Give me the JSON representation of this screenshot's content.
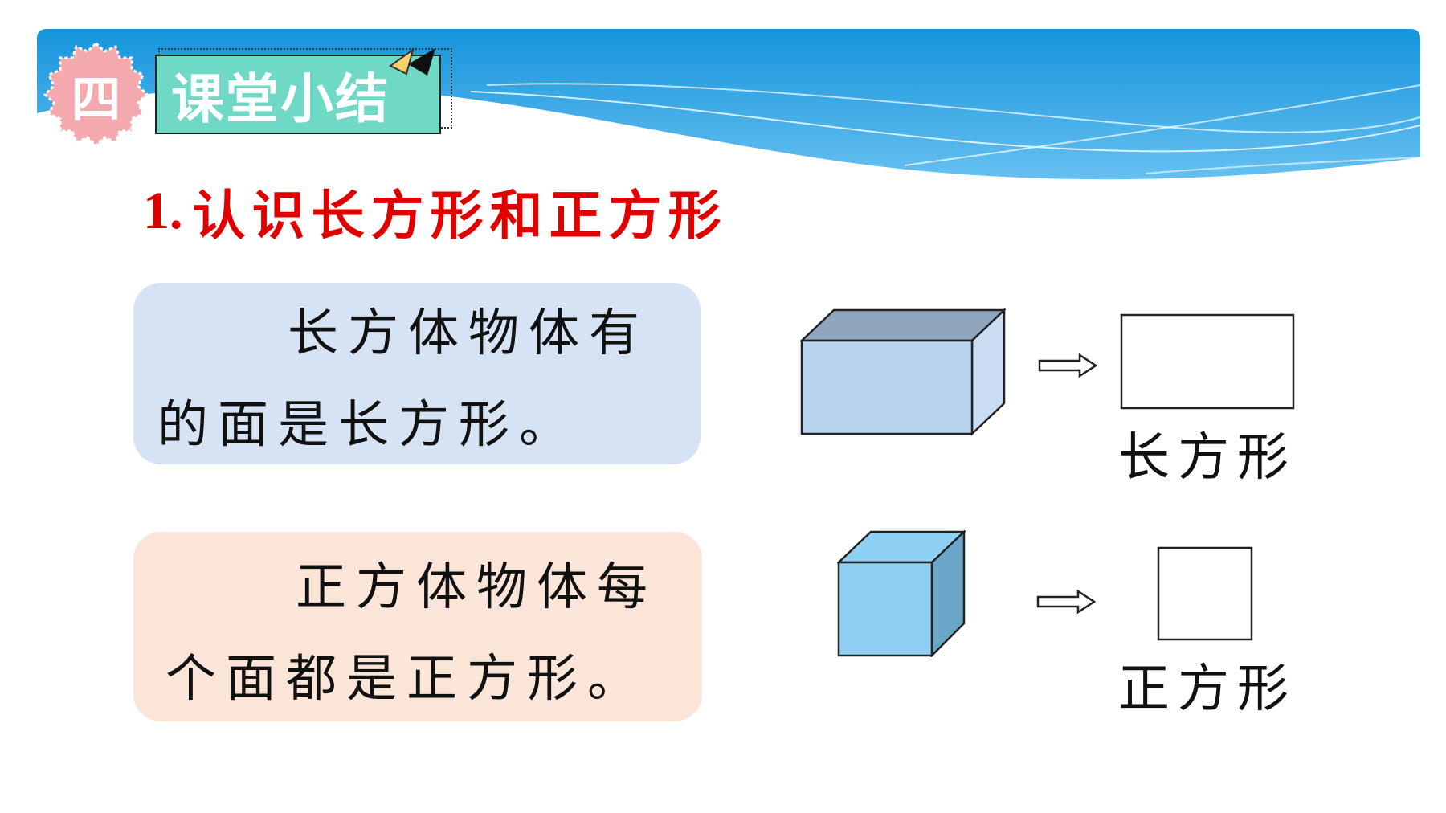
{
  "header": {
    "badge_number": "四",
    "title": "课堂小结"
  },
  "section": {
    "heading_number": "1.",
    "heading_text": "认识长方形和正方形"
  },
  "cards": [
    {
      "indent_line": "长方体物体有",
      "second_line": "的面是长方形。"
    },
    {
      "indent_line": "正方体物体每",
      "second_line": "个面都是正方形。"
    }
  ],
  "diagram": {
    "rectangle_label": "长方形",
    "square_label": "正方形"
  },
  "colors": {
    "banner_blue": "#1a9be0",
    "badge_pink": "#f4a9ae",
    "title_teal": "#6fd9c6",
    "heading_red": "#e00000",
    "card1_bg": "#d6e3f4",
    "card2_bg": "#fbe5d9",
    "cuboid_front": "#b8d4ee",
    "cube_front": "#8ecff2"
  }
}
